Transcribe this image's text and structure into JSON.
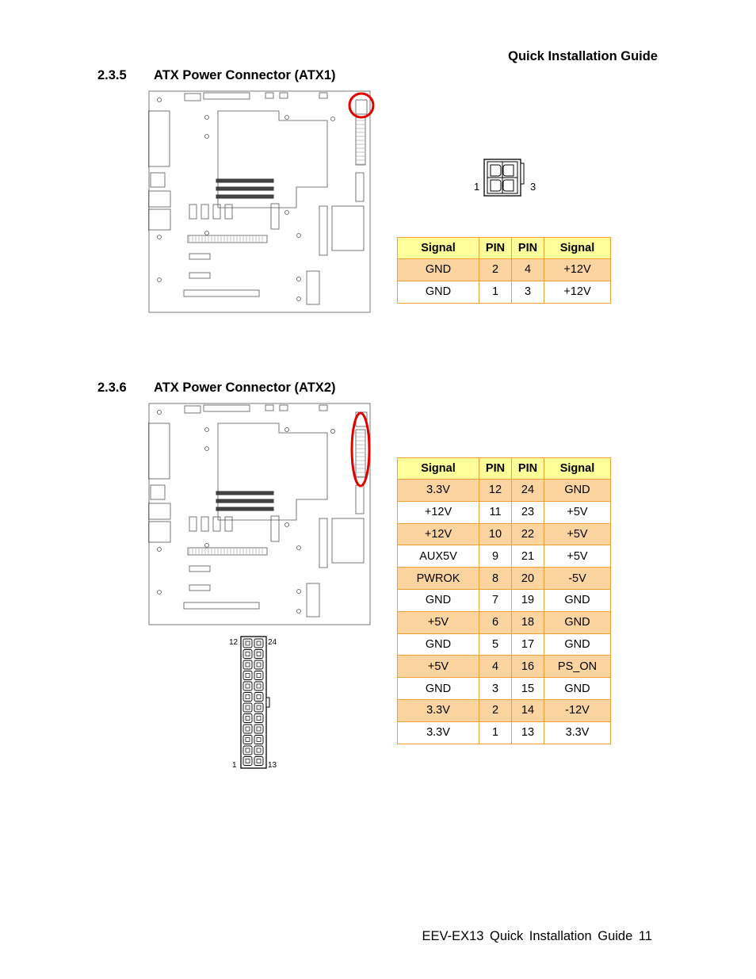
{
  "header": {
    "title": "Quick Installation Guide"
  },
  "sections": [
    {
      "number": "2.3.5",
      "title": "ATX Power Connector (ATX1)"
    },
    {
      "number": "2.3.6",
      "title": "ATX Power Connector (ATX2)"
    }
  ],
  "atx1": {
    "pin_labels": [
      "1",
      "3"
    ],
    "table": {
      "headers": [
        "Signal",
        "PIN",
        "PIN",
        "Signal"
      ],
      "rows": [
        [
          "GND",
          "2",
          "4",
          "+12V"
        ],
        [
          "GND",
          "1",
          "3",
          "+12V"
        ]
      ]
    }
  },
  "atx2": {
    "pin_labels": [
      "12",
      "24",
      "1",
      "13"
    ],
    "table": {
      "headers": [
        "Signal",
        "PIN",
        "PIN",
        "Signal"
      ],
      "rows": [
        [
          "3.3V",
          "12",
          "24",
          "GND"
        ],
        [
          "+12V",
          "11",
          "23",
          "+5V"
        ],
        [
          "+12V",
          "10",
          "22",
          "+5V"
        ],
        [
          "AUX5V",
          "9",
          "21",
          "+5V"
        ],
        [
          "PWROK",
          "8",
          "20",
          "-5V"
        ],
        [
          "GND",
          "7",
          "19",
          "GND"
        ],
        [
          "+5V",
          "6",
          "18",
          "GND"
        ],
        [
          "GND",
          "5",
          "17",
          "GND"
        ],
        [
          "+5V",
          "4",
          "16",
          "PS_ON"
        ],
        [
          "GND",
          "3",
          "15",
          "GND"
        ],
        [
          "3.3V",
          "2",
          "14",
          "-12V"
        ],
        [
          "3.3V",
          "1",
          "13",
          "3.3V"
        ]
      ]
    }
  },
  "footer": {
    "text": "EEV-EX13 Quick Installation Guide 11"
  },
  "colors": {
    "header_row": "#ffff99",
    "shaded_row": "#fcd4a0",
    "border": "#f0a030",
    "highlight": "#e00000"
  }
}
